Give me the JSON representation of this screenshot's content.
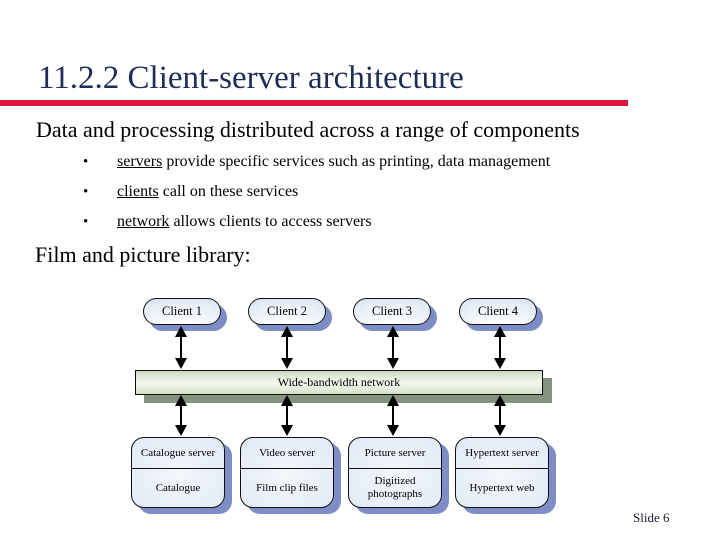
{
  "slide": {
    "title": "11.2.2 Client-server architecture",
    "intro": "Data and processing distributed across a range of components",
    "bullet_glyph": "•",
    "bullets": [
      {
        "lead": "servers",
        "rest": " provide specific services such as printing, data management"
      },
      {
        "lead": "clients",
        "rest": " call on these services"
      },
      {
        "lead": "network",
        "rest": " allows clients to access servers"
      }
    ],
    "subheading": "Film and picture library:",
    "slide_number": "Slide 6"
  },
  "diagram": {
    "clients": [
      {
        "label": "Client 1"
      },
      {
        "label": "Client 2"
      },
      {
        "label": "Client 3"
      },
      {
        "label": "Client 4"
      }
    ],
    "network": {
      "label": "Wide-bandwidth network"
    },
    "servers": [
      {
        "name": "Catalogue server",
        "store": "Catalogue"
      },
      {
        "name": "Video server",
        "store": "Film clip files"
      },
      {
        "name": "Picture server",
        "store": "Digitized photographs"
      },
      {
        "name": "Hypertext server",
        "store": "Hypertext web"
      }
    ]
  },
  "colors": {
    "title_text": "#1f2d58",
    "accent_rule": "#dc143c",
    "body_text": "#000000",
    "node_fill_edge": "#c2d3e8",
    "node_fill_light": "#f4f7fc",
    "node_shadow": "#7e8dc5",
    "network_fill": "#e6efdf",
    "network_shadow": "#84917e"
  }
}
